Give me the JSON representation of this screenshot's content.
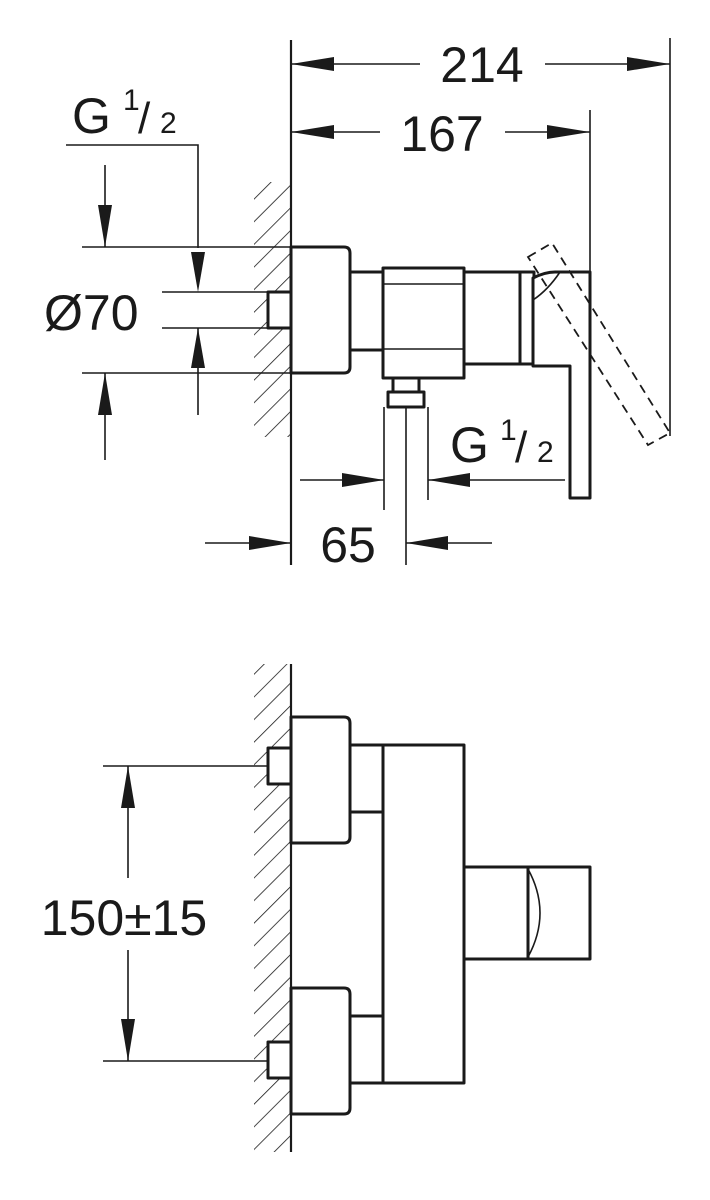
{
  "dimensions": {
    "overall_width": "214",
    "body_width": "167",
    "inlet_thread_top": {
      "letter": "G",
      "num": "1",
      "den": "2"
    },
    "escutcheon_diameter": "Ø70",
    "outlet_thread": {
      "letter": "G",
      "num": "1",
      "den": "2"
    },
    "wall_to_outlet": "65",
    "inlet_spacing": "150±15"
  },
  "colors": {
    "line": "#1a1a1a",
    "background": "#ffffff"
  }
}
